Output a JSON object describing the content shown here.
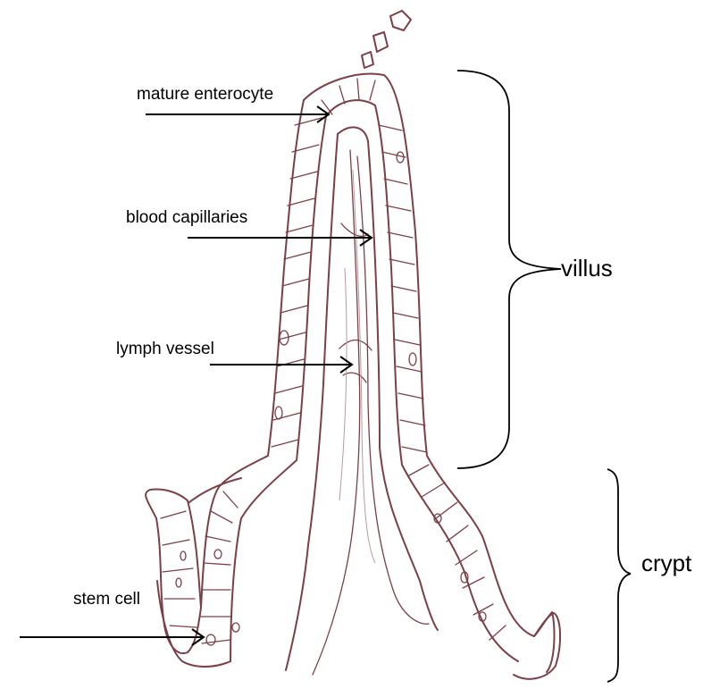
{
  "labels": {
    "mature_enterocyte": "mature enterocyte",
    "blood_capillaries": "blood capillaries",
    "lymph_vessel": "lymph vessel",
    "stem_cell": "stem cell",
    "villus": "villus",
    "crypt": "crypt"
  },
  "colors": {
    "tissue_line": "#7a4048",
    "label_text": "#000000",
    "background": "#ffffff"
  }
}
